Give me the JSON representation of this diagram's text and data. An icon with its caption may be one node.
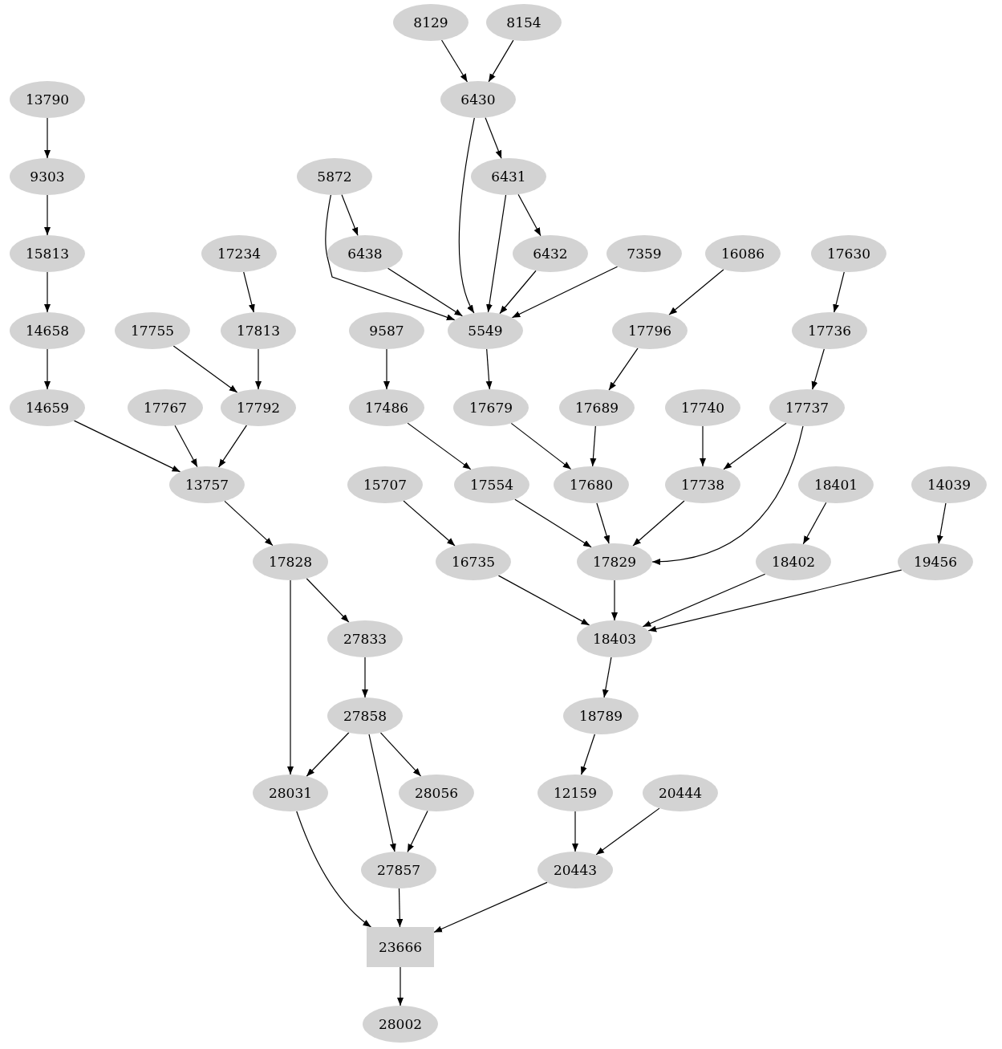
{
  "diagram": {
    "nodes": [
      {
        "text": [
          "8129"
        ]
      },
      {
        "text": [
          "8154"
        ]
      },
      {
        "text": [
          "13790"
        ]
      },
      {
        "text": [
          "6430"
        ]
      },
      {
        "text": [
          "9303"
        ]
      },
      {
        "text": [
          "5872"
        ]
      },
      {
        "text": [
          "6431"
        ]
      },
      {
        "text": [
          "15813"
        ]
      },
      {
        "text": [
          "17234"
        ]
      },
      {
        "text": [
          "6438"
        ]
      },
      {
        "text": [
          "6432"
        ]
      },
      {
        "text": [
          "7359"
        ]
      },
      {
        "text": [
          "16086"
        ]
      },
      {
        "text": [
          "17630"
        ]
      },
      {
        "text": [
          "14658"
        ]
      },
      {
        "text": [
          "17755"
        ]
      },
      {
        "text": [
          "17813"
        ]
      },
      {
        "text": [
          "9587"
        ]
      },
      {
        "text": [
          "5549"
        ]
      },
      {
        "text": [
          "17796"
        ]
      },
      {
        "text": [
          "17736"
        ]
      },
      {
        "text": [
          "14659"
        ]
      },
      {
        "text": [
          "17767"
        ]
      },
      {
        "text": [
          "17792"
        ]
      },
      {
        "text": [
          "17486"
        ]
      },
      {
        "text": [
          "17679"
        ]
      },
      {
        "text": [
          "17689"
        ]
      },
      {
        "text": [
          "17740"
        ]
      },
      {
        "text": [
          "17737"
        ]
      },
      {
        "text": [
          "13757"
        ]
      },
      {
        "text": [
          "15707"
        ]
      },
      {
        "text": [
          "17554"
        ]
      },
      {
        "text": [
          "17680"
        ]
      },
      {
        "text": [
          "17738"
        ]
      },
      {
        "text": [
          "18401"
        ]
      },
      {
        "text": [
          "14039"
        ]
      },
      {
        "text": [
          "17828"
        ]
      },
      {
        "text": [
          "16735"
        ]
      },
      {
        "text": [
          "17829"
        ]
      },
      {
        "text": [
          "18402"
        ]
      },
      {
        "text": [
          "19456"
        ]
      },
      {
        "text": [
          "27833"
        ]
      },
      {
        "text": [
          "18403"
        ]
      },
      {
        "text": [
          "27858"
        ]
      },
      {
        "text": [
          "18789"
        ]
      },
      {
        "text": [
          "28031"
        ]
      },
      {
        "text": [
          "28056"
        ]
      },
      {
        "text": [
          "12159"
        ]
      },
      {
        "text": [
          "20444"
        ]
      },
      {
        "text": [
          "27857"
        ]
      },
      {
        "text": [
          "20443"
        ]
      },
      {
        "text": [
          "23666"
        ]
      },
      {
        "text": [
          "28002"
        ]
      }
    ],
    "edges": [
      {
        "from": 0,
        "to": 3,
        "arrow": "to"
      },
      {
        "from": 1,
        "to": 3,
        "arrow": "to"
      },
      {
        "from": 2,
        "to": 4,
        "arrow": "to"
      },
      {
        "from": 3,
        "to": 6,
        "arrow": "to"
      },
      {
        "from": 3,
        "to": 18,
        "arrow": "to"
      },
      {
        "from": 4,
        "to": 7,
        "arrow": "to"
      },
      {
        "from": 5,
        "to": 9,
        "arrow": "to"
      },
      {
        "from": 5,
        "to": 18,
        "arrow": "to"
      },
      {
        "from": 6,
        "to": 10,
        "arrow": "to"
      },
      {
        "from": 6,
        "to": 18,
        "arrow": "to"
      },
      {
        "from": 7,
        "to": 14,
        "arrow": "to"
      },
      {
        "from": 8,
        "to": 16,
        "arrow": "to"
      },
      {
        "from": 9,
        "to": 18,
        "arrow": "to"
      },
      {
        "from": 10,
        "to": 18,
        "arrow": "to"
      },
      {
        "from": 11,
        "to": 18,
        "arrow": "to"
      },
      {
        "from": 12,
        "to": 19,
        "arrow": "to"
      },
      {
        "from": 13,
        "to": 20,
        "arrow": "to"
      },
      {
        "from": 14,
        "to": 21,
        "arrow": "to"
      },
      {
        "from": 15,
        "to": 23,
        "arrow": "to"
      },
      {
        "from": 16,
        "to": 23,
        "arrow": "to"
      },
      {
        "from": 17,
        "to": 24,
        "arrow": "to"
      },
      {
        "from": 18,
        "to": 25,
        "arrow": "to"
      },
      {
        "from": 19,
        "to": 26,
        "arrow": "to"
      },
      {
        "from": 20,
        "to": 28,
        "arrow": "to"
      },
      {
        "from": 21,
        "to": 29,
        "arrow": "to"
      },
      {
        "from": 22,
        "to": 29,
        "arrow": "to"
      },
      {
        "from": 23,
        "to": 29,
        "arrow": "to"
      },
      {
        "from": 24,
        "to": 31,
        "arrow": "to"
      },
      {
        "from": 25,
        "to": 32,
        "arrow": "to"
      },
      {
        "from": 26,
        "to": 32,
        "arrow": "to"
      },
      {
        "from": 27,
        "to": 33,
        "arrow": "to"
      },
      {
        "from": 28,
        "to": 33,
        "arrow": "to"
      },
      {
        "from": 28,
        "to": 38,
        "arrow": "to"
      },
      {
        "from": 29,
        "to": 36,
        "arrow": "to"
      },
      {
        "from": 30,
        "to": 37,
        "arrow": "to"
      },
      {
        "from": 31,
        "to": 38,
        "arrow": "to"
      },
      {
        "from": 32,
        "to": 38,
        "arrow": "to"
      },
      {
        "from": 33,
        "to": 38,
        "arrow": "to"
      },
      {
        "from": 34,
        "to": 39,
        "arrow": "to"
      },
      {
        "from": 35,
        "to": 40,
        "arrow": "to"
      },
      {
        "from": 36,
        "to": 41,
        "arrow": "to"
      },
      {
        "from": 36,
        "to": 45,
        "arrow": "to"
      },
      {
        "from": 37,
        "to": 42,
        "arrow": "to"
      },
      {
        "from": 38,
        "to": 42,
        "arrow": "to"
      },
      {
        "from": 39,
        "to": 42,
        "arrow": "to"
      },
      {
        "from": 40,
        "to": 42,
        "arrow": "to"
      },
      {
        "from": 41,
        "to": 43,
        "arrow": "to"
      },
      {
        "from": 42,
        "to": 44,
        "arrow": "to"
      },
      {
        "from": 43,
        "to": 45,
        "arrow": "to"
      },
      {
        "from": 43,
        "to": 49,
        "arrow": "to"
      },
      {
        "from": 43,
        "to": 46,
        "arrow": "to"
      },
      {
        "from": 44,
        "to": 47,
        "arrow": "to"
      },
      {
        "from": 45,
        "to": 51,
        "arrow": "to"
      },
      {
        "from": 46,
        "to": 49,
        "arrow": "to"
      },
      {
        "from": 47,
        "to": 50,
        "arrow": "to"
      },
      {
        "from": 48,
        "to": 50,
        "arrow": "to"
      },
      {
        "from": 49,
        "to": 51,
        "arrow": "to"
      },
      {
        "from": 50,
        "to": 51,
        "arrow": "to"
      },
      {
        "from": 51,
        "to": 52,
        "arrow": "to"
      }
    ]
  }
}
